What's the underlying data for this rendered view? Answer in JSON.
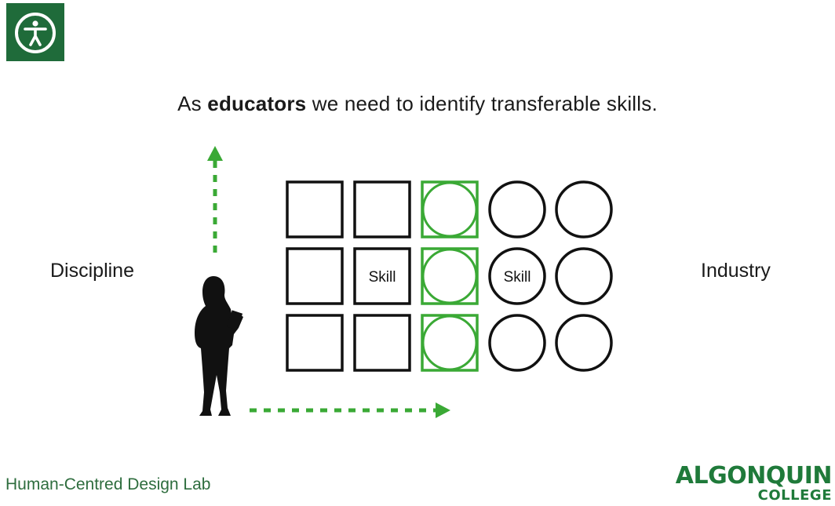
{
  "headline": {
    "prefix": "As ",
    "emphasis": "educators",
    "suffix": " we need to identify transferable skills."
  },
  "labels": {
    "left": "Discipline",
    "right": "Industry"
  },
  "grid": {
    "columns": [
      "square",
      "square",
      "green-square-circle",
      "circle",
      "circle"
    ],
    "rows": 3,
    "cell_texts": [
      {
        "row": 1,
        "col": 1,
        "text": "Skill"
      },
      {
        "row": 1,
        "col": 3,
        "text": "Skill"
      }
    ]
  },
  "footer": {
    "lab_name": "Human-Centred Design Lab",
    "logo_main": "ALGONQUIN",
    "logo_sub": "COLLEGE"
  },
  "icons": {
    "badge": "accessibility-icon",
    "figure": "student-silhouette-icon",
    "arrows": [
      "arrow-up-icon",
      "arrow-right-icon"
    ]
  },
  "colors": {
    "brand_green": "#1f6b3a",
    "accent_green": "#3aa935",
    "ink": "#111111"
  }
}
